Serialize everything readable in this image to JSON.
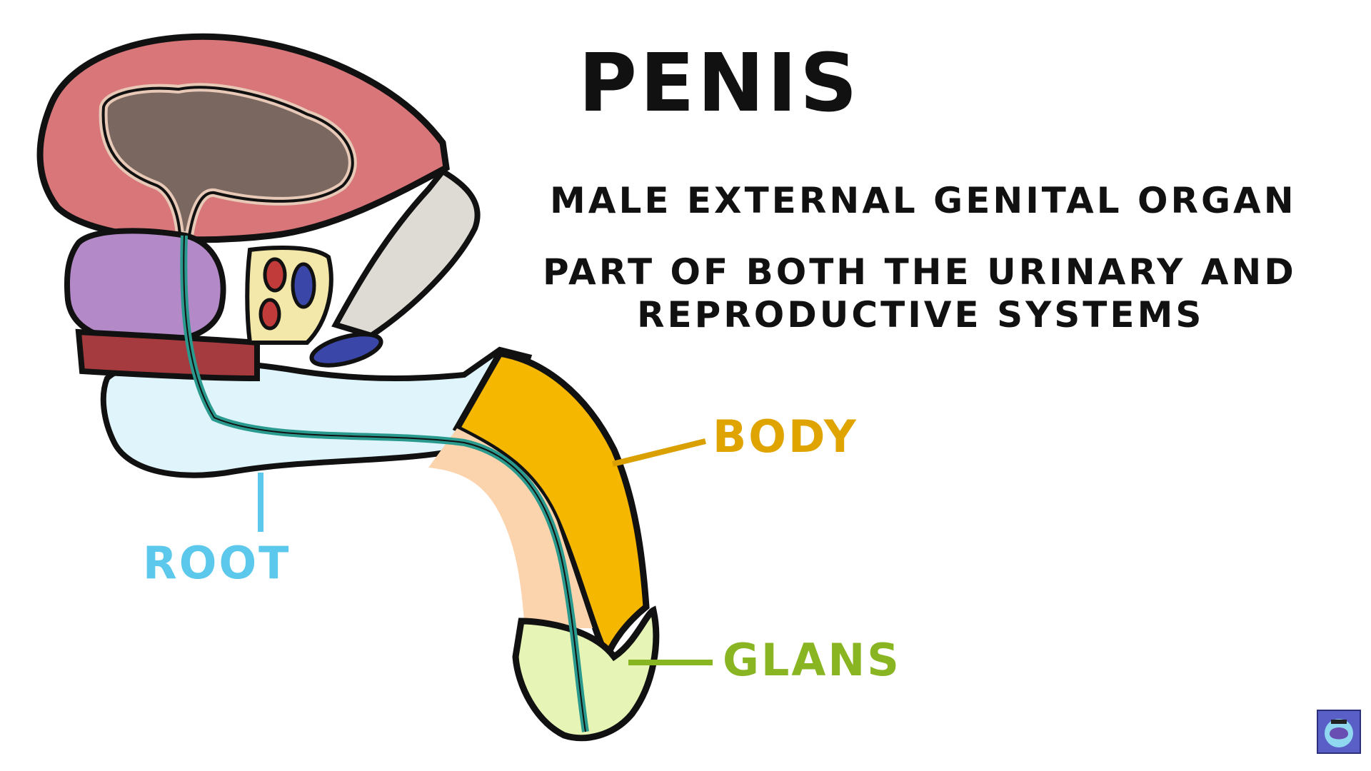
{
  "diagram": {
    "title": "PENIS",
    "description_lines": [
      "MALE EXTERNAL GENITAL ORGAN",
      "PART OF BOTH THE URINARY AND",
      "REPRODUCTIVE SYSTEMS"
    ],
    "labels": {
      "body": "BODY",
      "glans": "GLANS",
      "root": "ROOT"
    }
  },
  "colors": {
    "body": "#f5a623",
    "glans": "#88b521",
    "root": "#5bc8ec",
    "bladder": "#d8767a",
    "bladder_contents": "#7a675f",
    "prostate": "#b489c7",
    "outline": "#111111"
  },
  "icons": {
    "channel_logo": "brain-graduation-cap-icon"
  }
}
